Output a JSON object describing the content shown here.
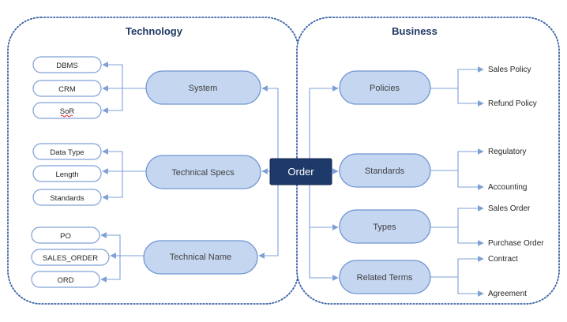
{
  "technology": {
    "title": "Technology",
    "groups": [
      {
        "label": "System",
        "items": [
          "DBMS",
          "CRM",
          "SoR"
        ]
      },
      {
        "label": "Technical Specs",
        "items": [
          "Data Type",
          "Length",
          "Standards"
        ]
      },
      {
        "label": "Technical Name",
        "items": [
          "PO",
          "SALES_ORDER",
          "ORD"
        ]
      }
    ]
  },
  "center": {
    "label": "Order"
  },
  "business": {
    "title": "Business",
    "groups": [
      {
        "label": "Policies",
        "items": [
          "Sales Policy",
          "Refund Policy"
        ]
      },
      {
        "label": "Standards",
        "items": [
          "Regulatory",
          "Accounting"
        ]
      },
      {
        "label": "Types",
        "items": [
          "Sales Order",
          "Purchase Order"
        ]
      },
      {
        "label": "Related Terms",
        "items": [
          "Contract",
          "Agreement"
        ]
      }
    ]
  },
  "colors": {
    "border": "#3a62a8",
    "pill_fill": "#c5d6f1",
    "pill_stroke": "#6f95d2",
    "center_fill": "#1e3a6b",
    "connector": "#7fa0d6",
    "title": "#1f3864"
  }
}
